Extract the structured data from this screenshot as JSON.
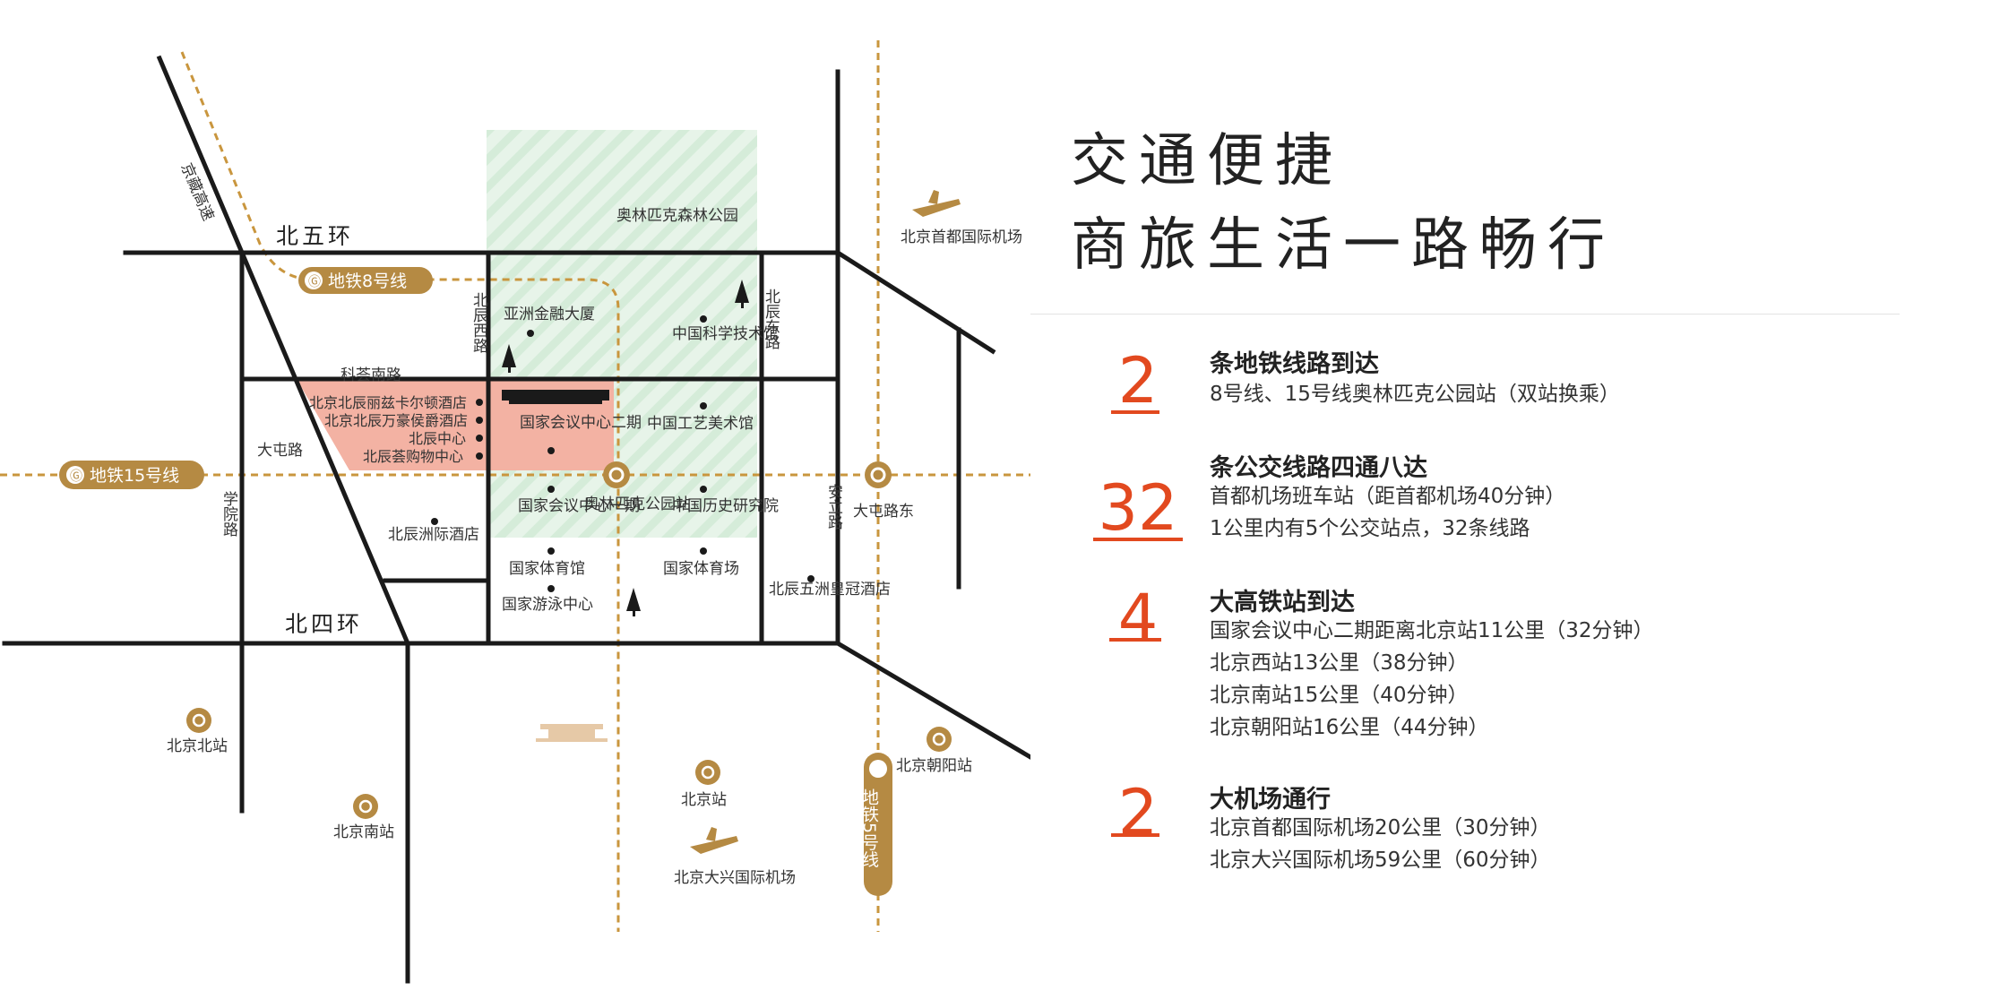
{
  "headline": {
    "line1": "交通便捷",
    "line2": "商旅生活一路畅行"
  },
  "highlights": [
    {
      "number": "2",
      "heading": "条地铁线路到达",
      "lines": [
        "8号线、15号线奥林匹克公园站（双站换乘）"
      ]
    },
    {
      "number": "32",
      "heading": "条公交线路四通八达",
      "lines": [
        "首都机场班车站（距首都机场40分钟）",
        "1公里内有5个公交站点，32条线路"
      ]
    },
    {
      "number": "4",
      "heading": "大高铁站到达",
      "lines": [
        "国家会议中心二期距离北京站11公里（32分钟）",
        "北京西站13公里（38分钟）",
        "北京南站15公里（40分钟）",
        "北京朝阳站16公里（44分钟）"
      ]
    },
    {
      "number": "2",
      "heading": "大机场通行",
      "lines": [
        "北京首都国际机场20公里（30分钟）",
        "北京大兴国际机场59公里（60分钟）"
      ]
    }
  ],
  "map": {
    "roads": {
      "north_5th_ring": "北五环",
      "north_4th_ring": "北四环",
      "kehui_south": "科荟南路",
      "datun": "大屯路",
      "xueyuan": "学院路",
      "beichen_west": "北辰西路",
      "beichen_east": "北辰东路",
      "anli": "安立路",
      "jingzang": "京藏高速"
    },
    "subway_lines": {
      "line8": "地铁8号线",
      "line15": "地铁15号线",
      "line5": "地铁5号线"
    },
    "stations": {
      "olympic_park": "奥林匹克公园站",
      "datun_east": "大屯路东"
    },
    "places": {
      "forest_park": "奥林匹克森林公园",
      "asia_finance": "亚洲金融大厦",
      "science_museum": "中国科学技术馆",
      "arts_museum": "中国工艺美术馆",
      "cncc2": "国家会议中心二期",
      "cncc1": "国家会议中心一期",
      "history_institute": "中国历史研究院",
      "indoor_stadium": "国家体育馆",
      "stadium": "国家体育场",
      "aquatics": "国家游泳中心",
      "beichen_intercontinental": "北辰洲际酒店",
      "crowne_plaza": "北辰五洲皇冠酒店"
    },
    "red_zone": [
      "北京北辰丽兹卡尔顿酒店",
      "北京北辰万豪侯爵酒店",
      "北辰中心",
      "北辰荟购物中心"
    ],
    "transport_hubs": {
      "capital_airport": "北京首都国际机场",
      "daxing_airport": "北京大兴国际机场",
      "beijing_north": "北京北站",
      "beijing_south": "北京南站",
      "beijing_station": "北京站",
      "beijing_chaoyang": "北京朝阳站"
    }
  },
  "colors": {
    "accent": "#e2491f",
    "gold": "#b58a43",
    "road": "#1a1a1a",
    "park": "#dff1e2",
    "zone": "#f3b2a3"
  }
}
